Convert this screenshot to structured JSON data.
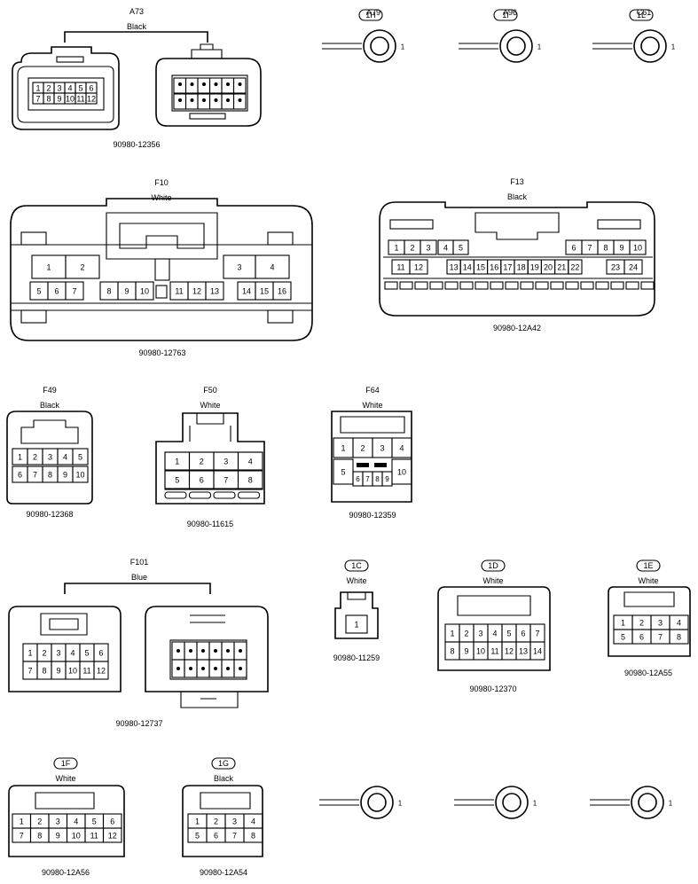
{
  "connectors": [
    {
      "id": "A73",
      "color": "Black",
      "part": "90980-12356",
      "pins": [
        "1",
        "2",
        "3",
        "4",
        "5",
        "6",
        "7",
        "8",
        "9",
        "10",
        "11",
        "12"
      ]
    },
    {
      "id": "A79",
      "pin": "1"
    },
    {
      "id": "A96",
      "pin": "1"
    },
    {
      "id": "C61",
      "pin": "1"
    },
    {
      "id": "F10",
      "color": "White",
      "part": "90980-12763",
      "pins": [
        "1",
        "2",
        "3",
        "4",
        "5",
        "6",
        "7",
        "8",
        "9",
        "10",
        "11",
        "12",
        "13",
        "14",
        "15",
        "16"
      ]
    },
    {
      "id": "F13",
      "color": "Black",
      "part": "90980-12A42",
      "pins": [
        "1",
        "2",
        "3",
        "4",
        "5",
        "6",
        "7",
        "8",
        "9",
        "10",
        "11",
        "12",
        "13",
        "14",
        "15",
        "16",
        "17",
        "18",
        "19",
        "20",
        "21",
        "22",
        "23",
        "24"
      ]
    },
    {
      "id": "F49",
      "color": "Black",
      "part": "90980-12368",
      "pins": [
        "1",
        "2",
        "3",
        "4",
        "5",
        "6",
        "7",
        "8",
        "9",
        "10"
      ]
    },
    {
      "id": "F50",
      "color": "White",
      "part": "90980-11615",
      "pins": [
        "1",
        "2",
        "3",
        "4",
        "5",
        "6",
        "7",
        "8"
      ]
    },
    {
      "id": "F64",
      "color": "White",
      "part": "90980-12359",
      "pins": [
        "1",
        "2",
        "3",
        "4",
        "5",
        "6",
        "7",
        "8",
        "9",
        "10"
      ]
    },
    {
      "id": "F101",
      "color": "Blue",
      "part": "90980-12737",
      "pins": [
        "1",
        "2",
        "3",
        "4",
        "5",
        "6",
        "7",
        "8",
        "9",
        "10",
        "11",
        "12"
      ]
    },
    {
      "id": "1C",
      "color": "White",
      "part": "90980-11259",
      "pins": [
        "1"
      ]
    },
    {
      "id": "1D",
      "color": "White",
      "part": "90980-12370",
      "pins": [
        "1",
        "2",
        "3",
        "4",
        "5",
        "6",
        "7",
        "8",
        "9",
        "10",
        "11",
        "12",
        "13",
        "14"
      ]
    },
    {
      "id": "1E",
      "color": "White",
      "part": "90980-12A55",
      "pins": [
        "1",
        "2",
        "3",
        "4",
        "5",
        "6",
        "7",
        "8"
      ]
    },
    {
      "id": "1F",
      "color": "White",
      "part": "90980-12A56",
      "pins": [
        "1",
        "2",
        "3",
        "4",
        "5",
        "6",
        "7",
        "8",
        "9",
        "10",
        "11",
        "12"
      ]
    },
    {
      "id": "1G",
      "color": "Black",
      "part": "90980-12A54",
      "pins": [
        "1",
        "2",
        "3",
        "4",
        "5",
        "6",
        "7",
        "8"
      ]
    },
    {
      "id": "1H",
      "pin": "1"
    },
    {
      "id": "1I",
      "pin": "1"
    },
    {
      "id": "1L",
      "pin": "1"
    }
  ]
}
